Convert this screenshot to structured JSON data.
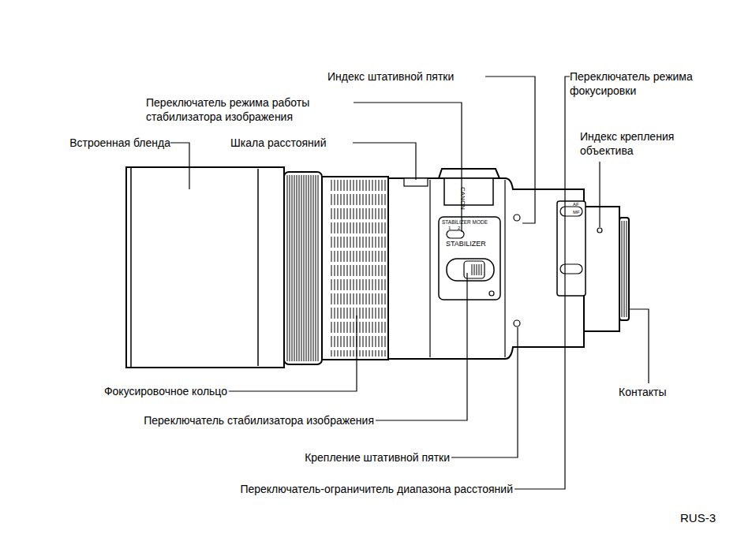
{
  "diagram": {
    "labels": [
      "Индекс штативной пятки",
      "Переключатель режима работы стабилизатора изображения",
      "Встроенная бленда",
      "Шкала расстояний",
      "Переключатель режима фокусировки",
      "Индекс крепления объектива",
      "Фокусировочное кольцо",
      "Переключатель стабилизатора изображения",
      "Крепление штативной пятки",
      "Переключатель-ограничитель диапазона расстояний",
      "Контакты",
      "RUS-3",
      "STABILIZER MODE",
      "1",
      "2",
      "STABILIZER",
      "CANON",
      "AF",
      "MF"
    ]
  }
}
